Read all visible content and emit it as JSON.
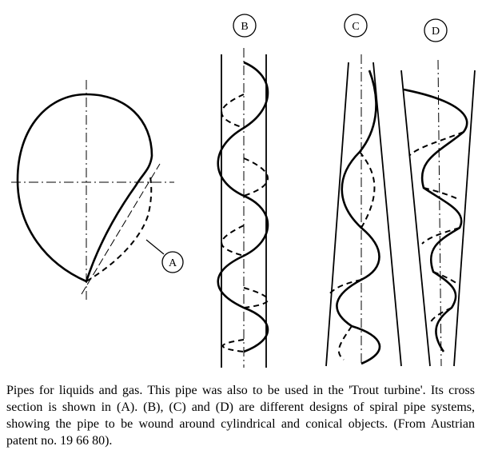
{
  "labels": {
    "a": "A",
    "b": "B",
    "c": "C",
    "d": "D"
  },
  "caption": "Pipes for liquids and gas. This pipe was also to be used in the 'Trout turbine'. Its cross section is shown in (A). (B), (C) and (D) are different designs of spiral pipe systems, showing the pipe to be wound around cylindrical and conical objects. (From Austrian patent no. 19 66 80)."
}
